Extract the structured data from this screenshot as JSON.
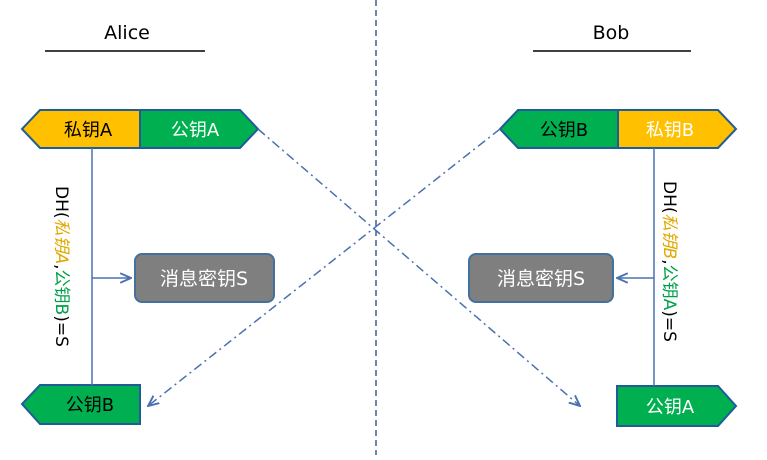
{
  "parties": {
    "left": {
      "name": "Alice"
    },
    "right": {
      "name": "Bob"
    }
  },
  "keys": {
    "alice_private": "私钥A",
    "alice_public": "公钥A",
    "alice_received": "公钥B",
    "bob_public": "公钥B",
    "bob_private": "私钥B",
    "bob_received": "公钥A"
  },
  "results": {
    "alice_session": "消息密钥S",
    "bob_session": "消息密钥S"
  },
  "formulas": {
    "alice": {
      "prefix": "DH(",
      "private_term": "私钥A",
      "separator": ",",
      "public_term": "公钥B",
      "suffix": ")=S"
    },
    "bob": {
      "prefix": "DH(",
      "private_term": "私钥B",
      "separator": ",",
      "public_term": "公钥A",
      "suffix": ")=S"
    }
  },
  "colors": {
    "private_fill": "#FFC000",
    "public_fill": "#00B050",
    "shape_stroke": "#1F5C99",
    "session_fill": "#7F7F7F",
    "session_stroke": "#41719C",
    "connector": "#4A72B0",
    "divider": "#3E5F8A",
    "private_text": "#E0A800",
    "public_text": "#00A04A"
  }
}
